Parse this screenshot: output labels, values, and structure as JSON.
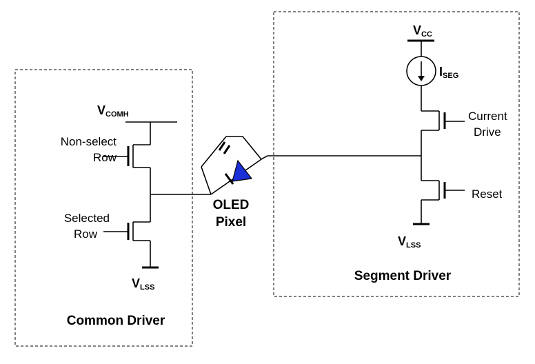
{
  "common_driver": {
    "title": "Common Driver",
    "supply_main": "V",
    "supply_sub": "COMH",
    "non_select_line1": "Non-select",
    "non_select_line2": "Row",
    "selected_line1": "Selected",
    "selected_line2": "Row",
    "ground_main": "V",
    "ground_sub": "LSS"
  },
  "pixel": {
    "line1": "OLED",
    "line2": "Pixel",
    "diode_color": "#1a2fd6"
  },
  "segment_driver": {
    "title": "Segment Driver",
    "supply_main": "V",
    "supply_sub": "CC",
    "source_main": "I",
    "source_sub": "SEG",
    "current_drive_line1": "Current",
    "current_drive_line2": "Drive",
    "reset_label": "Reset",
    "ground_main": "V",
    "ground_sub": "LSS"
  }
}
